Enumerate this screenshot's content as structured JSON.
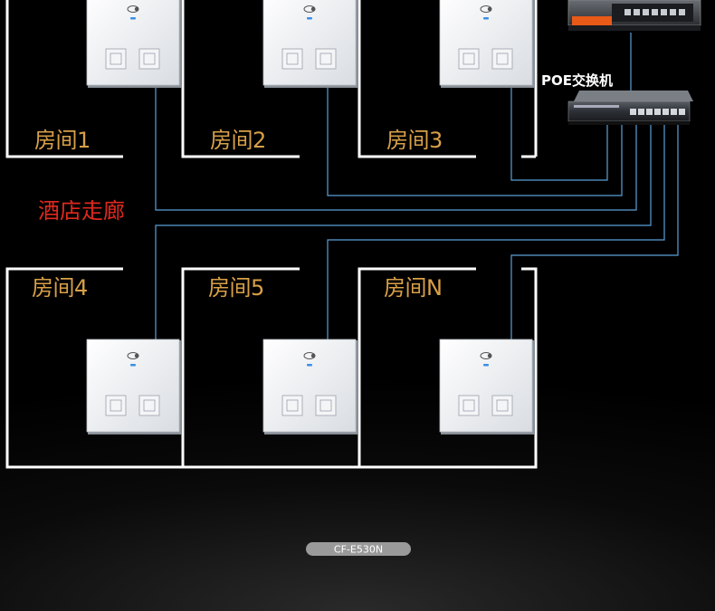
{
  "colors": {
    "background": "#000000",
    "wall": "#ffffff",
    "cable": "#5aa0d8",
    "room_label": "#d8a048",
    "corridor_label": "#e0281e",
    "switch_label": "#ffffff",
    "model_badge": "#9a9a9a"
  },
  "rooms": [
    {
      "id": "r1",
      "label": "房间1"
    },
    {
      "id": "r2",
      "label": "房间2"
    },
    {
      "id": "r3",
      "label": "房间3"
    },
    {
      "id": "r4",
      "label": "房间4"
    },
    {
      "id": "r5",
      "label": "房间5"
    },
    {
      "id": "rn",
      "label": "房间N"
    }
  ],
  "corridor": {
    "label": "酒店走廊"
  },
  "poe_switch": {
    "label": "POE交换机",
    "icon": "network-switch-icon"
  },
  "router": {
    "icon": "rack-router-icon"
  },
  "access_point": {
    "icon": "wall-panel-ap-icon",
    "port_icon": "ethernet-port-icon"
  },
  "model": {
    "label": "CF-E530N"
  }
}
